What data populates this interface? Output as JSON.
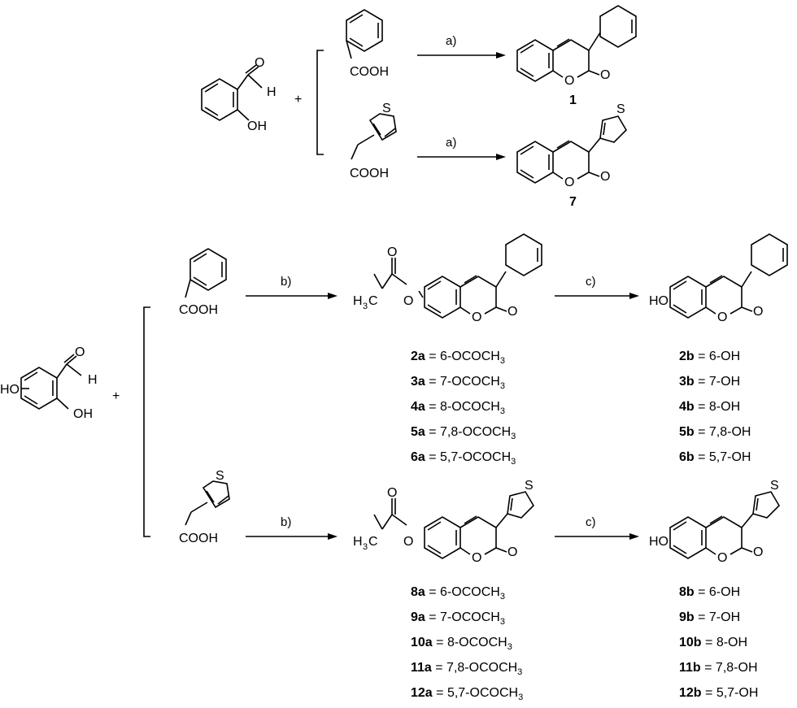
{
  "reagents": {
    "plus": "+",
    "carbonyl_O": "O",
    "aldehyde_H": "H",
    "hydroxyl": "OH",
    "ring_HO": "HO",
    "thiophene_S": "S",
    "acid": "COOH"
  },
  "products": {
    "ring_O": "O",
    "exo_O": "O",
    "methyl_C": "H",
    "methyl_sub": "3",
    "methyl_tail": "C",
    "ring_HO": "HO"
  },
  "conditions": {
    "a": "a)",
    "b": "b)",
    "c": "c)"
  },
  "compounds": {
    "top_phenyl": "1",
    "top_thienyl": "7"
  },
  "series": {
    "phenyl_acetates": [
      {
        "id": "2a",
        "sub": "6-OCOCH",
        "n": "3"
      },
      {
        "id": "3a",
        "sub": "7-OCOCH",
        "n": "3"
      },
      {
        "id": "4a",
        "sub": "8-OCOCH",
        "n": "3"
      },
      {
        "id": "5a",
        "sub": "7,8-OCOCH",
        "n": "3"
      },
      {
        "id": "6a",
        "sub": "5,7-OCOCH",
        "n": "3"
      }
    ],
    "phenyl_hydroxy": [
      {
        "id": "2b",
        "sub": "6-OH"
      },
      {
        "id": "3b",
        "sub": "7-OH"
      },
      {
        "id": "4b",
        "sub": "8-OH"
      },
      {
        "id": "5b",
        "sub": "7,8-OH"
      },
      {
        "id": "6b",
        "sub": "5,7-OH"
      }
    ],
    "thienyl_acetates": [
      {
        "id": "8a",
        "sub": "6-OCOCH",
        "n": "3"
      },
      {
        "id": "9a",
        "sub": "7-OCOCH",
        "n": "3"
      },
      {
        "id": "10a",
        "sub": "8-OCOCH",
        "n": "3"
      },
      {
        "id": "11a",
        "sub": "7,8-OCOCH",
        "n": "3"
      },
      {
        "id": "12a",
        "sub": "5,7-OCOCH",
        "n": "3"
      }
    ],
    "thienyl_hydroxy": [
      {
        "id": "8b",
        "sub": "6-OH"
      },
      {
        "id": "9b",
        "sub": "7-OH"
      },
      {
        "id": "10b",
        "sub": "8-OH"
      },
      {
        "id": "11b",
        "sub": "7,8-OH"
      },
      {
        "id": "12b",
        "sub": "5,7-OH"
      }
    ],
    "equals": "="
  }
}
